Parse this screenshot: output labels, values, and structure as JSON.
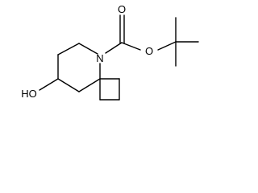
{
  "molecule": {
    "atoms": {
      "nitrogen": "N",
      "carbonyl_oxygen": "O",
      "ester_oxygen": "O",
      "hydroxyl": "HO"
    }
  }
}
